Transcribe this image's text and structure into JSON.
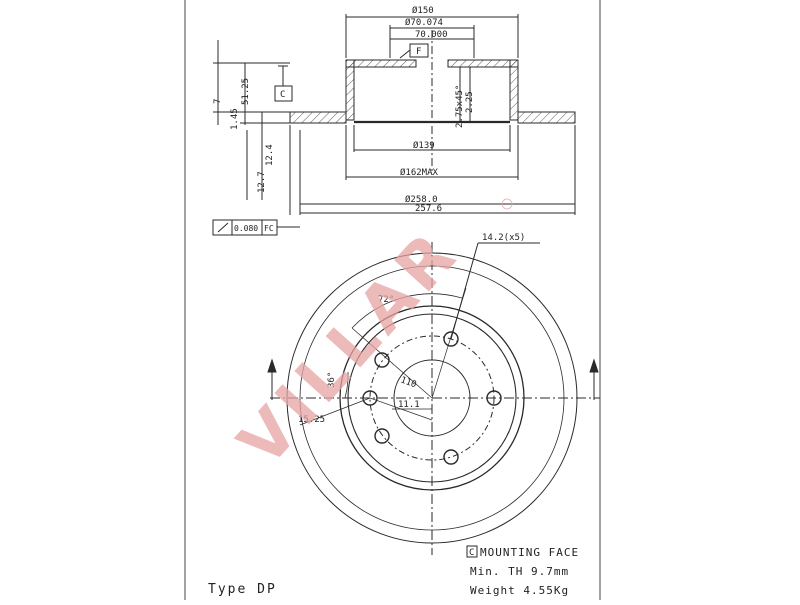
{
  "drawing": {
    "top_view": {
      "d_outer": "Ø150",
      "d_bore_a": "Ø70.074",
      "d_bore_b": "70.000",
      "ref_f": "F",
      "ref_c": "C",
      "h_7": "7",
      "h_5125": "51.25",
      "h_145": "1.45",
      "chamfer": "2.75x45°",
      "h_225": "2.25",
      "d_139": "Ø139",
      "d_162": "Ø162MAX",
      "d_258": "Ø258.0",
      "d_2576": "257.6",
      "h_127": "12.7",
      "h_124": "12.4",
      "runout_value": "0.080",
      "runout_ref": "FC"
    },
    "face_view": {
      "hole_label": "14.2(x5)",
      "angle_72": "72°",
      "angle_36": "36°",
      "pcd": "110",
      "hole_d": "11.1",
      "offset": "15.25"
    },
    "notes": {
      "mounting_ref": "C",
      "mounting_text": "MOUNTING FACE",
      "min_th": "Min. TH 9.7mm",
      "weight": "Weight  4.55Kg",
      "type": "Type DP"
    },
    "colors": {
      "line": "#2a2a2a",
      "watermark": "#e7a4a4"
    }
  }
}
